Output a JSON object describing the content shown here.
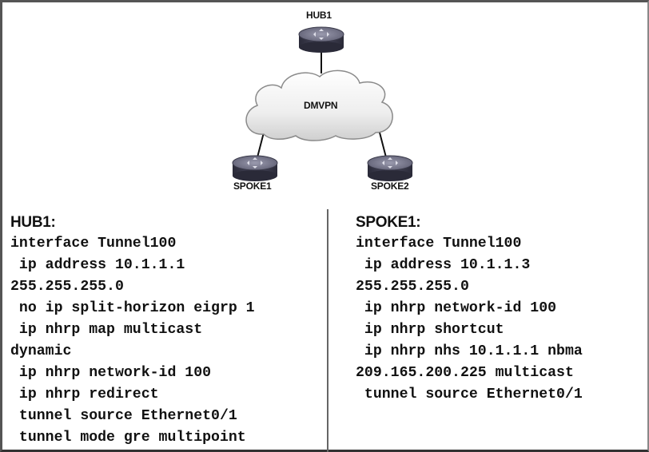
{
  "diagram": {
    "cloud_label": "DMVPN",
    "nodes": {
      "hub": "HUB1",
      "spoke1": "SPOKE1",
      "spoke2": "SPOKE2"
    }
  },
  "hub_config": {
    "title": "HUB1:",
    "lines": [
      "interface Tunnel100",
      " ip address 10.1.1.1",
      "255.255.255.0",
      " no ip split-horizon eigrp 1",
      " ip nhrp map multicast",
      "dynamic",
      " ip nhrp network-id 100",
      " ip nhrp redirect",
      " tunnel source Ethernet0/1",
      " tunnel mode gre multipoint"
    ]
  },
  "spoke_config": {
    "title": "SPOKE1:",
    "lines": [
      "interface Tunnel100",
      " ip address 10.1.1.3",
      "255.255.255.0",
      " ip nhrp network-id 100",
      " ip nhrp shortcut",
      " ip nhrp nhs 10.1.1.1 nbma",
      "209.165.200.225 multicast",
      " tunnel source Ethernet0/1"
    ]
  }
}
